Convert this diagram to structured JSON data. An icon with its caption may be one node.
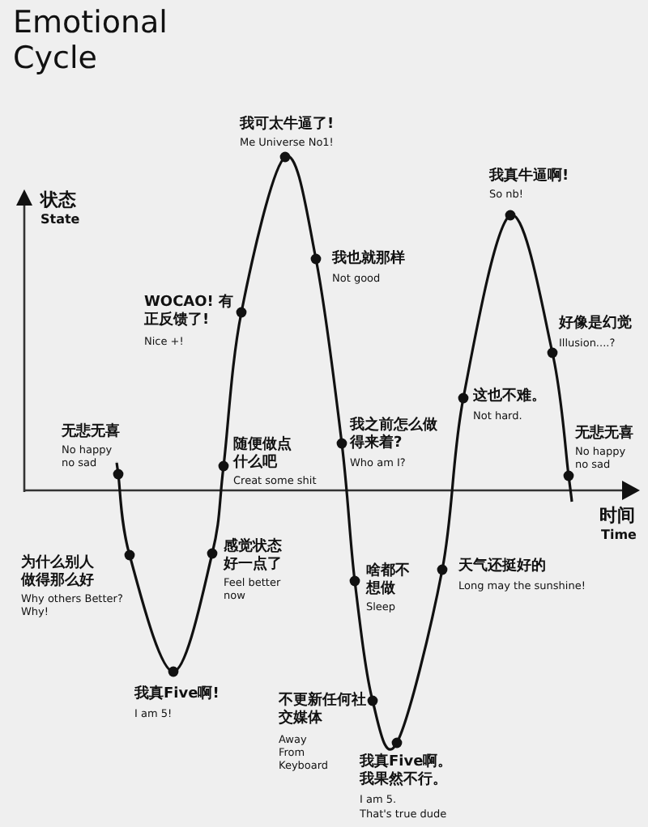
{
  "diagram": {
    "title": "Emotional Cycle",
    "labels": [
      "我可太牛逼了!",
      "Me Universe No1!",
      "状态",
      "State",
      "我真牛逼啊!",
      "So nb!",
      "我也就那样",
      "Not good",
      "WOCAO! 有正反馈了!",
      "Nice +!",
      "好像是幻觉",
      "Illusion....?",
      "这也不难。",
      "Not hard.",
      "无悲无喜",
      "No happy no sad",
      "随便做点什么吧",
      "Creat some shit",
      "我之前怎么做得来着?",
      "Who am I?",
      "无悲无喜",
      "No happy no sad",
      "时间",
      "Time",
      "为什么别人做得那么好",
      "Why others Better? Why!",
      "感觉状态好一点了",
      "Feel better now",
      "啥都不想做",
      "Sleep",
      "天气还挺好的",
      "Long may the sunshine!",
      "我真Five啊!",
      "I am 5!",
      "不更新任何社交媒体",
      "Away From Keyboard",
      "我真Five啊。我果然不行。",
      "I am 5.",
      "That's true dude"
    ]
  }
}
